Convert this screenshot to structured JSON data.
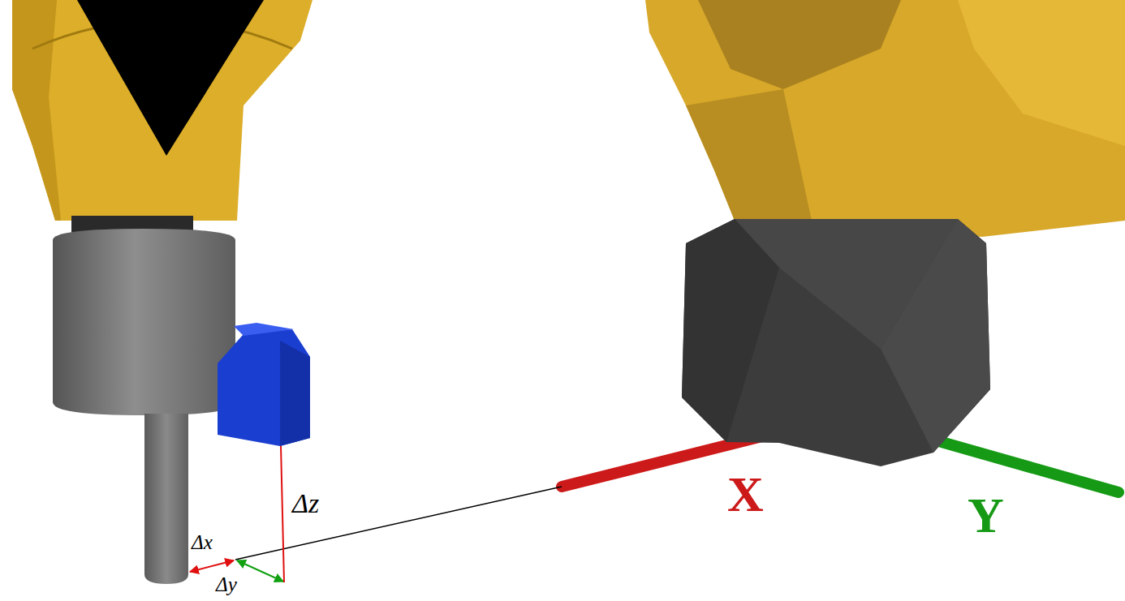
{
  "diagram": {
    "labels": [
      "Δz",
      "Δx",
      "Δy",
      "X",
      "Y"
    ]
  }
}
